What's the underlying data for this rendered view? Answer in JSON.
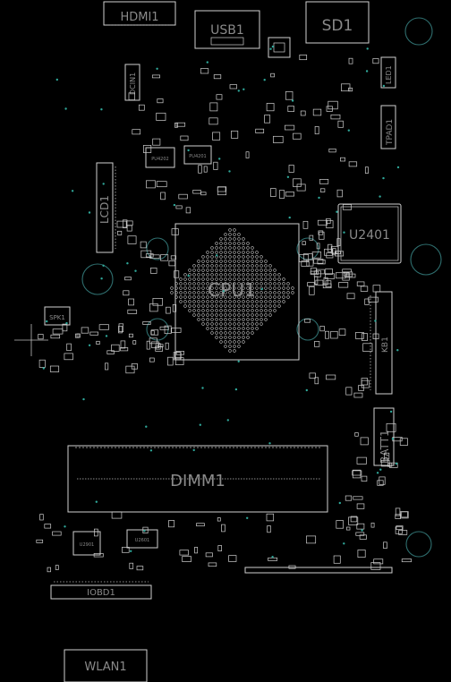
{
  "colors": {
    "background": "#000000",
    "silkscreen": "#cfcfcf",
    "label": "#8a8a8a",
    "mounting_hole": "#2f6f6f",
    "via": "#2fa89a"
  },
  "components": {
    "hdmi": "HDMI1",
    "usb": "USB1",
    "sd": "SD1",
    "dcin": "DCIN1",
    "led": "LED1",
    "tpad": "TPAD1",
    "lcd": "LCD1",
    "u2401": "U2401",
    "cpu": "CPU1",
    "spk": "SPK1",
    "kb": "KB1",
    "batt": "BATT1",
    "dimm": "DIMM1",
    "u2901": "U2901",
    "u2601": "U2601",
    "iobd": "IOBD1",
    "wlan": "WLAN1",
    "pu4201": "PU4201",
    "pu4202": "PU4202"
  }
}
